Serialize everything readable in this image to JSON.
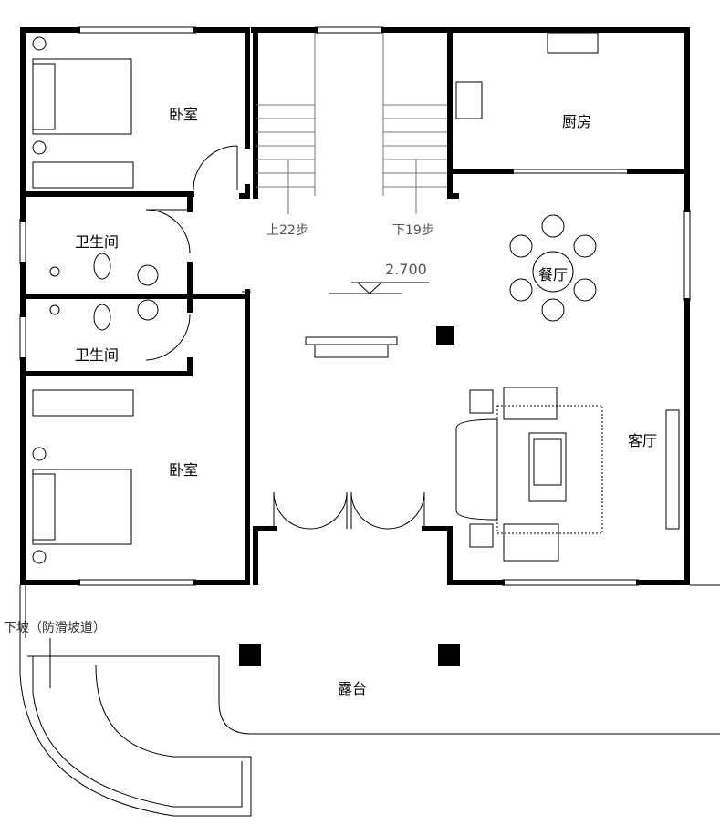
{
  "rooms": {
    "bedroom_top": "卧室",
    "kitchen": "厨房",
    "bath_top": "卫生间",
    "dining": "餐厅",
    "bath_bottom": "卫生间",
    "living": "客厅",
    "bedroom_bottom": "卧室",
    "terrace": "露台"
  },
  "annotations": {
    "stairs_up": "上22步",
    "stairs_down": "下19步",
    "elevation": "2.700",
    "ramp": "下坡（防滑坡道）"
  }
}
